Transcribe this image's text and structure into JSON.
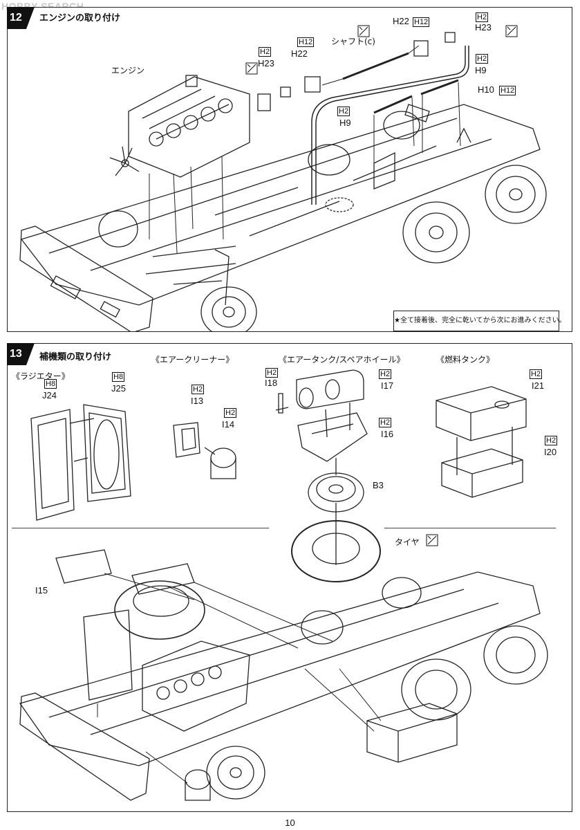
{
  "watermark": "HOBBY SEARCH",
  "page_number": "10",
  "step12": {
    "number": "12",
    "title": "エンジンの取り付け",
    "note": "★全て接着後、完全に乾いてから次にお進みください。",
    "labels": {
      "engine": "エンジン",
      "shaft": "シャフト(c)",
      "h22_top": "H22",
      "h12_top": "H12",
      "h2_top_right": "H2",
      "h23_top_right": "H23",
      "h2_mid_right": "H2",
      "h9_right": "H9",
      "h10": "H10",
      "h12_right": "H12",
      "h2_left": "H2",
      "h23_left": "H23",
      "h12_mid": "H12",
      "h22_mid": "H22",
      "h2_lower": "H2",
      "h9_lower": "H9"
    }
  },
  "step13": {
    "number": "13",
    "title": "補機類の取り付け",
    "sections": {
      "radiator": "《ラジエター》",
      "air_cleaner": "《エアークリーナー》",
      "air_tank": "《エアータンク/スペアホイール》",
      "fuel_tank": "《燃料タンク》"
    },
    "labels": {
      "h8_a": "H8",
      "j24": "J24",
      "h8_b": "H8",
      "j25": "J25",
      "h2_i13": "H2",
      "i13": "I13",
      "h2_i14": "H2",
      "i14": "I14",
      "h2_i18": "H2",
      "i18": "I18",
      "h2_i17": "H2",
      "i17": "I17",
      "h2_i16": "H2",
      "i16": "I16",
      "b3": "B3",
      "tire": "タイヤ",
      "h2_i21": "H2",
      "i21": "I21",
      "h2_i20": "H2",
      "i20": "I20",
      "i15": "I15"
    }
  }
}
